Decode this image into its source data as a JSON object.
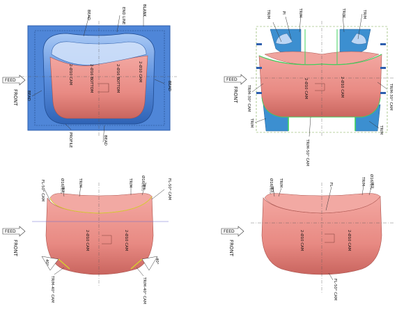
{
  "colors": {
    "blank": "#4f86d8",
    "blank_edge": "#2e5fae",
    "part": "#e98c85",
    "part_dark": "#c96a64",
    "flange": "#7ea6e8",
    "trim_steel": "#3c8fd0",
    "leader": "#333333"
  },
  "panels": {
    "tl": {
      "feed": "FEED",
      "front": "FRONT",
      "labels": {
        "bead_top": "BEAD",
        "end_line": "END LINE",
        "blank": "BLANK",
        "bead_left": "BEAD",
        "bead_right": "BEAD",
        "bead_bottom": "BEAD",
        "profile": "PROFILE",
        "bottom1": "2-Ø16 BOTTOM",
        "bottom2": "2-Ø16 BOTTOM",
        "cam1": "2-Ø10 CAM",
        "cam2": "2-Ø10 CAM"
      }
    },
    "tr": {
      "feed": "FEED",
      "front": "FRONT",
      "labels": {
        "trim_a": "TRIM",
        "pi": "PI",
        "trim_b": "TRIM",
        "trim_c": "TRIM",
        "trim_d": "TRIM",
        "trim30_left": "TRIM-30° CAM",
        "trim30_right": "TRIM-30° CAM",
        "trim50": "TRIM-50° CAM",
        "trim_bl": "TRIM",
        "trim_br": "TRIM",
        "cam3": "2-Ø10 CAM",
        "cam4": "2-Ø10 CAM"
      }
    },
    "bl": {
      "feed": "FEED",
      "front": "FRONT",
      "labels": {
        "fl50_left": "FL-50° CAM",
        "piece_left": "Ø16開孔",
        "trim_left": "TRIM",
        "trim_right": "TRIM",
        "piece_right": "Ø16開孔",
        "fl50_right": "FL-50° CAM",
        "trim40_left": "TRIM-40° CAM",
        "trim40_right": "TRIM-40° CAM",
        "angle_left": "40°",
        "angle_right": "40°",
        "cam5": "2-Ø10 CAM",
        "cam6": "2-Ø10 CAM"
      }
    },
    "br": {
      "feed": "FEED",
      "front": "FRONT",
      "labels": {
        "piece_left": "Ø16開孔",
        "trim_left": "TRIM",
        "fl": "FL",
        "trim_right": "TRIM",
        "piece_right": "Ø16開孔",
        "fl50": "FL-50° CAM",
        "cam7": "2-Ø10 CAM",
        "cam8": "2-Ø10 CAM"
      }
    }
  }
}
